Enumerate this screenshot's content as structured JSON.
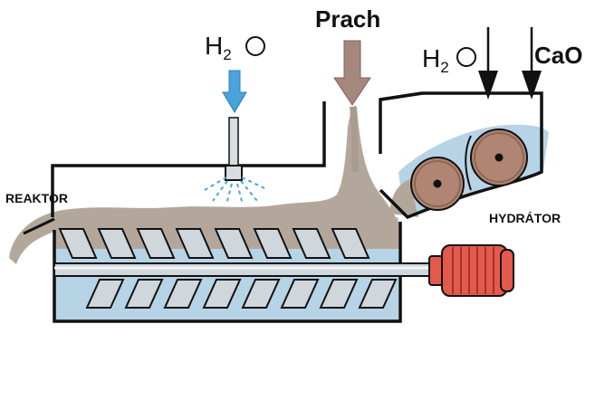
{
  "labels": {
    "water_left": {
      "main": "H",
      "sub": "2",
      "tail": "O"
    },
    "water_right": {
      "main": "H",
      "sub": "2",
      "tail": "O"
    },
    "dust": "Prach",
    "lime": "CaO",
    "reactor": "REAKTOR",
    "hydrator": "HYDRÁTOR"
  },
  "colors": {
    "water": "#b7d3e6",
    "dust": "#b3a79c",
    "roller": "#b08573",
    "arrow_water": "#4aa3db",
    "arrow_dust": "#a5877c",
    "motor": "#e35a4c",
    "outline": "#111111"
  }
}
